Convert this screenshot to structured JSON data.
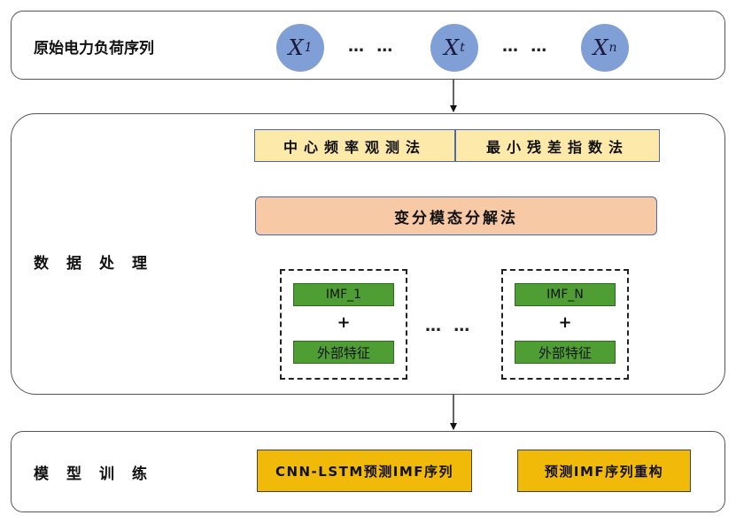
{
  "row1": {
    "title": "原始电力负荷序列",
    "nodes": [
      {
        "var": "X",
        "sub": "1"
      },
      {
        "var": "X",
        "sub": "t"
      },
      {
        "var": "X",
        "sub": "n"
      }
    ],
    "ellipsis": "… …"
  },
  "row2": {
    "title": "数据处理",
    "method_left": "中心频率观测法",
    "method_right": "最小残差指数法",
    "decomp": "变分模态分解法",
    "group1": {
      "imf": "IMF_1",
      "plus": "+",
      "feature": "外部特征"
    },
    "groupN": {
      "imf": "IMF_N",
      "plus": "+",
      "feature": "外部特征"
    },
    "ellipsis": "… …"
  },
  "row3": {
    "title": "模型训练",
    "model": "CNN-LSTM预测IMF序列",
    "reconstruct": "预测IMF序列重构"
  }
}
